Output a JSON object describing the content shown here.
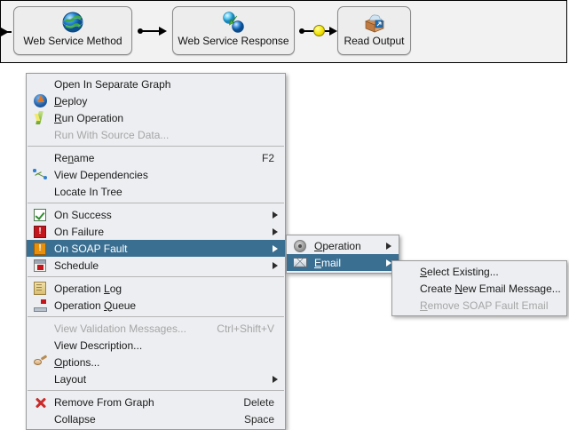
{
  "graph": {
    "nodes": [
      {
        "id": "web-service-method",
        "label": "Web Service Method",
        "icon": "globe-icon"
      },
      {
        "id": "web-service-response",
        "label": "Web Service Response",
        "icon": "response-arrows-icon"
      },
      {
        "id": "read-output",
        "label": "Read Output",
        "icon": "open-box-icon"
      }
    ]
  },
  "context_menu": {
    "groups": [
      {
        "items": [
          {
            "label": "Open In Separate Graph",
            "mnemonic": "",
            "icon": "",
            "accel": "",
            "submenu": false,
            "disabled": false,
            "selected": false
          },
          {
            "label": "Deploy",
            "mnemonic": "D",
            "icon": "deploy-icon",
            "accel": "",
            "submenu": false,
            "disabled": false,
            "selected": false
          },
          {
            "label": "Run Operation",
            "mnemonic": "R",
            "icon": "run-icon",
            "accel": "",
            "submenu": false,
            "disabled": false,
            "selected": false
          },
          {
            "label": "Run With Source Data...",
            "mnemonic": "",
            "icon": "",
            "accel": "",
            "submenu": false,
            "disabled": true,
            "selected": false
          }
        ]
      },
      {
        "items": [
          {
            "label": "Rename",
            "mnemonic": "n",
            "icon": "",
            "accel": "F2",
            "submenu": false,
            "disabled": false,
            "selected": false
          },
          {
            "label": "View Dependencies",
            "mnemonic": "",
            "icon": "dependencies-icon",
            "accel": "",
            "submenu": false,
            "disabled": false,
            "selected": false
          },
          {
            "label": "Locate In Tree",
            "mnemonic": "",
            "icon": "",
            "accel": "",
            "submenu": false,
            "disabled": false,
            "selected": false
          }
        ]
      },
      {
        "items": [
          {
            "label": "On Success",
            "mnemonic": "",
            "icon": "success-check-icon",
            "accel": "",
            "submenu": true,
            "disabled": false,
            "selected": false
          },
          {
            "label": "On Failure",
            "mnemonic": "",
            "icon": "failure-error-icon",
            "accel": "",
            "submenu": true,
            "disabled": false,
            "selected": false
          },
          {
            "label": "On SOAP Fault",
            "mnemonic": "",
            "icon": "soap-warning-icon",
            "accel": "",
            "submenu": true,
            "disabled": false,
            "selected": true
          },
          {
            "label": "Schedule",
            "mnemonic": "",
            "icon": "schedule-icon",
            "accel": "",
            "submenu": true,
            "disabled": false,
            "selected": false
          }
        ]
      },
      {
        "items": [
          {
            "label": "Operation Log",
            "mnemonic": "L",
            "icon": "log-icon",
            "accel": "",
            "submenu": false,
            "disabled": false,
            "selected": false
          },
          {
            "label": "Operation Queue",
            "mnemonic": "Q",
            "icon": "queue-icon",
            "accel": "",
            "submenu": false,
            "disabled": false,
            "selected": false
          }
        ]
      },
      {
        "items": [
          {
            "label": "View Validation Messages...",
            "mnemonic": "",
            "icon": "",
            "accel": "Ctrl+Shift+V",
            "submenu": false,
            "disabled": true,
            "selected": false
          },
          {
            "label": "View Description...",
            "mnemonic": "",
            "icon": "",
            "accel": "",
            "submenu": false,
            "disabled": false,
            "selected": false
          },
          {
            "label": "Options...",
            "mnemonic": "O",
            "icon": "options-icon",
            "accel": "",
            "submenu": false,
            "disabled": false,
            "selected": false
          },
          {
            "label": "Layout",
            "mnemonic": "",
            "icon": "",
            "accel": "",
            "submenu": true,
            "disabled": false,
            "selected": false
          }
        ]
      },
      {
        "items": [
          {
            "label": "Remove From Graph",
            "mnemonic": "",
            "icon": "remove-x-icon",
            "accel": "Delete",
            "submenu": false,
            "disabled": false,
            "selected": false
          },
          {
            "label": "Collapse",
            "mnemonic": "",
            "icon": "",
            "accel": "Space",
            "submenu": false,
            "disabled": false,
            "selected": false
          }
        ]
      }
    ]
  },
  "submenu_soap_fault": {
    "items": [
      {
        "label": "Operation",
        "mnemonic": "O",
        "icon": "gear-icon",
        "accel": "",
        "submenu": true,
        "disabled": false,
        "selected": false
      },
      {
        "label": "Email",
        "mnemonic": "E",
        "icon": "mail-icon",
        "accel": "",
        "submenu": true,
        "disabled": false,
        "selected": true
      }
    ]
  },
  "submenu_email": {
    "items": [
      {
        "label": "Select Existing...",
        "mnemonic": "S",
        "icon": "",
        "accel": "",
        "submenu": false,
        "disabled": false,
        "selected": false
      },
      {
        "label": "Create New Email Message...",
        "mnemonic": "N",
        "icon": "",
        "accel": "",
        "submenu": false,
        "disabled": false,
        "selected": false
      },
      {
        "label": "Remove SOAP Fault Email",
        "mnemonic": "R",
        "icon": "",
        "accel": "",
        "submenu": false,
        "disabled": true,
        "selected": false
      }
    ]
  },
  "colors": {
    "menu_background": "#eceef1",
    "selection": "#3a6f92",
    "selection_text": "#ffffff",
    "disabled_text": "#a6a6a6",
    "graph_background": "#f2f2f2",
    "node_fill": "#ededed"
  }
}
